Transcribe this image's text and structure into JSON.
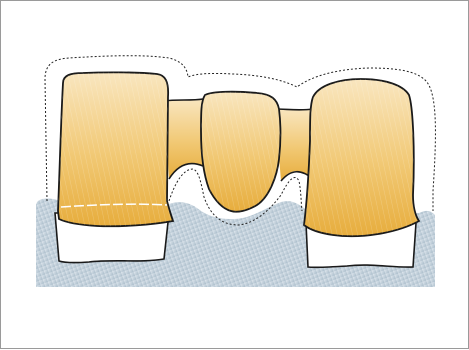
{
  "illustration": {
    "subject": "dental-bridge-cross-section",
    "colors": {
      "frame_border": "#9a9a9a",
      "gum_light": "#d8e2ea",
      "gum_dark": "#a9bcc9",
      "crown_light": "#f7e0b0",
      "crown_dark": "#e9b042",
      "root": "#ffffff",
      "outline": "#1a1a1a",
      "margin_line": "#333333"
    },
    "elements": {
      "gum": "gingiva",
      "abutment_left": "abutment-crown-left",
      "pontic": "pontic-tooth",
      "abutment_right": "abutment-crown-right",
      "connectors": "bridge-connectors",
      "margin": "restoration-outline"
    }
  }
}
